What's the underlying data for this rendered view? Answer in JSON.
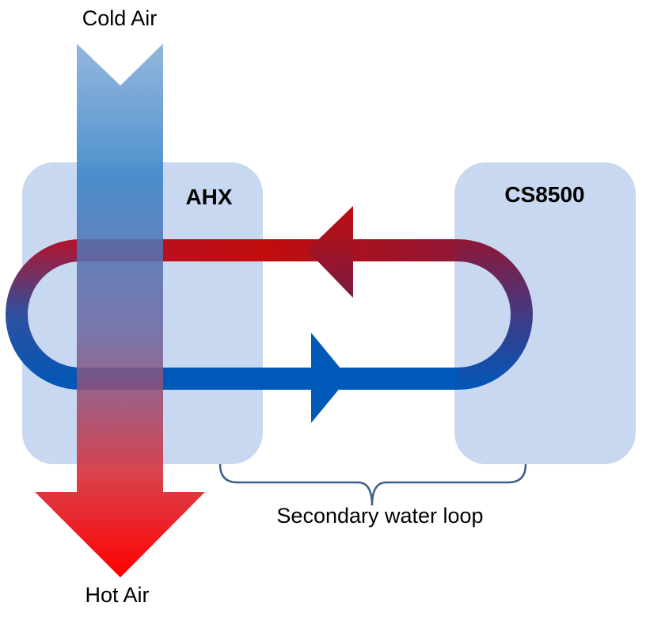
{
  "labels": {
    "cold_air": "Cold Air",
    "hot_air": "Hot Air",
    "ahx": "AHX",
    "cs8500": "CS8500",
    "secondary_loop": "Secondary water loop"
  },
  "colors": {
    "box_fill": "#c7d8f0",
    "air_cold_top": "#8fb4dc",
    "air_cold_mid": "#3f87c9",
    "air_hot": "#ff0000",
    "loop_hot": "#c00d0d",
    "loop_hot_dark": "#8e1636",
    "loop_cold": "#0058b8",
    "brace": "#3f5f88"
  }
}
